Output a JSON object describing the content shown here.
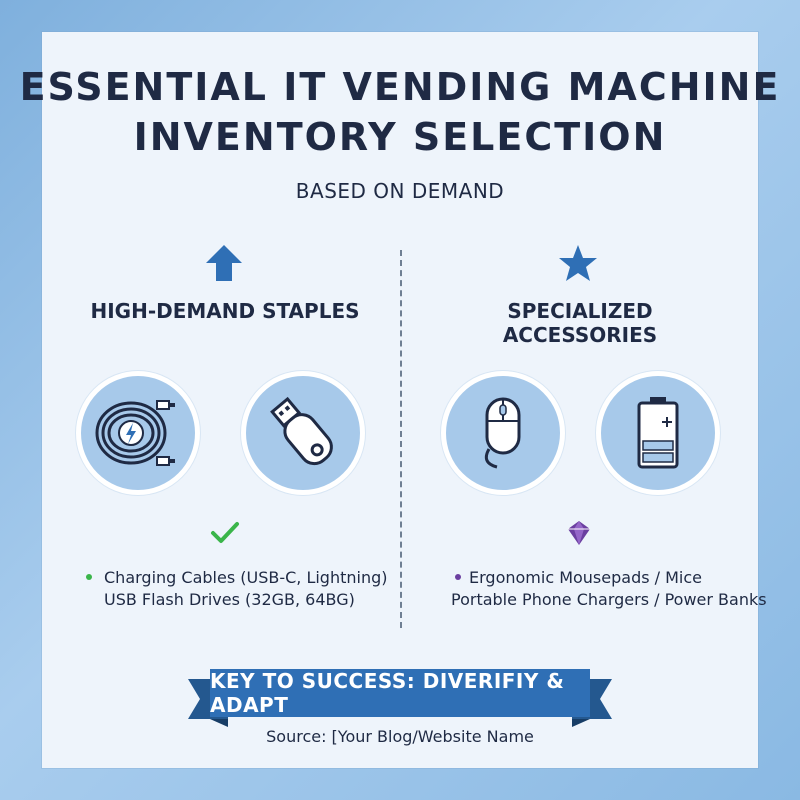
{
  "title": {
    "line1": "ESSENTIAL IT VENDING MACHINE",
    "line2": "INVENTORY SELECTION"
  },
  "subtitle": "BASED ON DEMAND",
  "left": {
    "icon": "up-arrow-icon",
    "heading": "HIGH-DEMAND STAPLES",
    "images": [
      "charging-cable-icon",
      "usb-flash-drive-icon"
    ],
    "marker_icon": "checkmark-icon",
    "items": [
      "Charging Cables (USB-C, Lightning)",
      "USB Flash Drives (32GB, 64BG)"
    ]
  },
  "right": {
    "icon": "star-icon",
    "heading": "SPECIALIZED ACCESSORIES",
    "images": [
      "computer-mouse-icon",
      "battery-icon"
    ],
    "marker_icon": "gem-icon",
    "items": [
      "Ergonomic Mousepads / Mice",
      "Portable Phone Chargers / Power Banks"
    ]
  },
  "banner": "KEY TO SUCCESS: DIVERIFIY & ADAPT",
  "source": "Source: [Your Blog/Website Name",
  "colors": {
    "primary_blue": "#2f6fb5",
    "circle_fill": "#a7c9ea",
    "check_green": "#3ab54a",
    "gem_purple": "#6b3fa0",
    "text_dark": "#1f2a44"
  }
}
